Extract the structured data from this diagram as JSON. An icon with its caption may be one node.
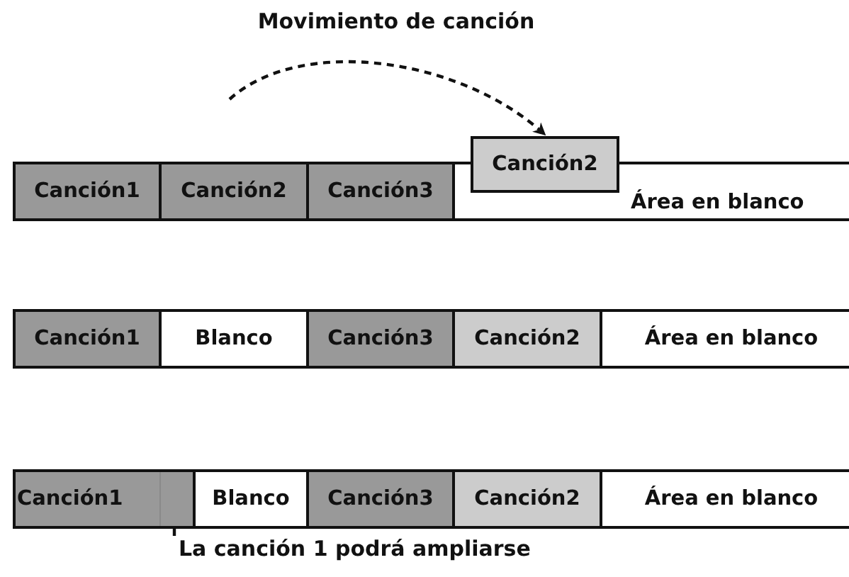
{
  "diagram": {
    "title": "Movimiento de canción",
    "nodes": [
      {
        "text": [
          "Canción2"
        ]
      },
      {
        "text": [
          "Canción1"
        ]
      },
      {
        "text": [
          "Canción2"
        ]
      },
      {
        "text": [
          "Canción3"
        ]
      },
      {
        "text": [
          "Área en blanco"
        ]
      },
      {
        "text": [
          "Canción1"
        ]
      },
      {
        "text": [
          "Blanco"
        ]
      },
      {
        "text": [
          "Canción3"
        ]
      },
      {
        "text": [
          "Canción2"
        ]
      },
      {
        "text": [
          "Área en blanco"
        ]
      },
      {
        "text": [
          "Canción1"
        ]
      },
      {
        "text": [
          "Blanco"
        ]
      },
      {
        "text": [
          "Canción3"
        ]
      },
      {
        "text": [
          "Canción2"
        ]
      },
      {
        "text": [
          "Área en blanco"
        ]
      },
      {
        "text": [
          "La canción 1 podrá ampliarse"
        ]
      }
    ],
    "edges": [
      {
        "from": null,
        "to": 0,
        "arrow": "to",
        "style": "dashed"
      },
      {
        "from": 15,
        "to": 10,
        "arrow": "none"
      }
    ]
  }
}
